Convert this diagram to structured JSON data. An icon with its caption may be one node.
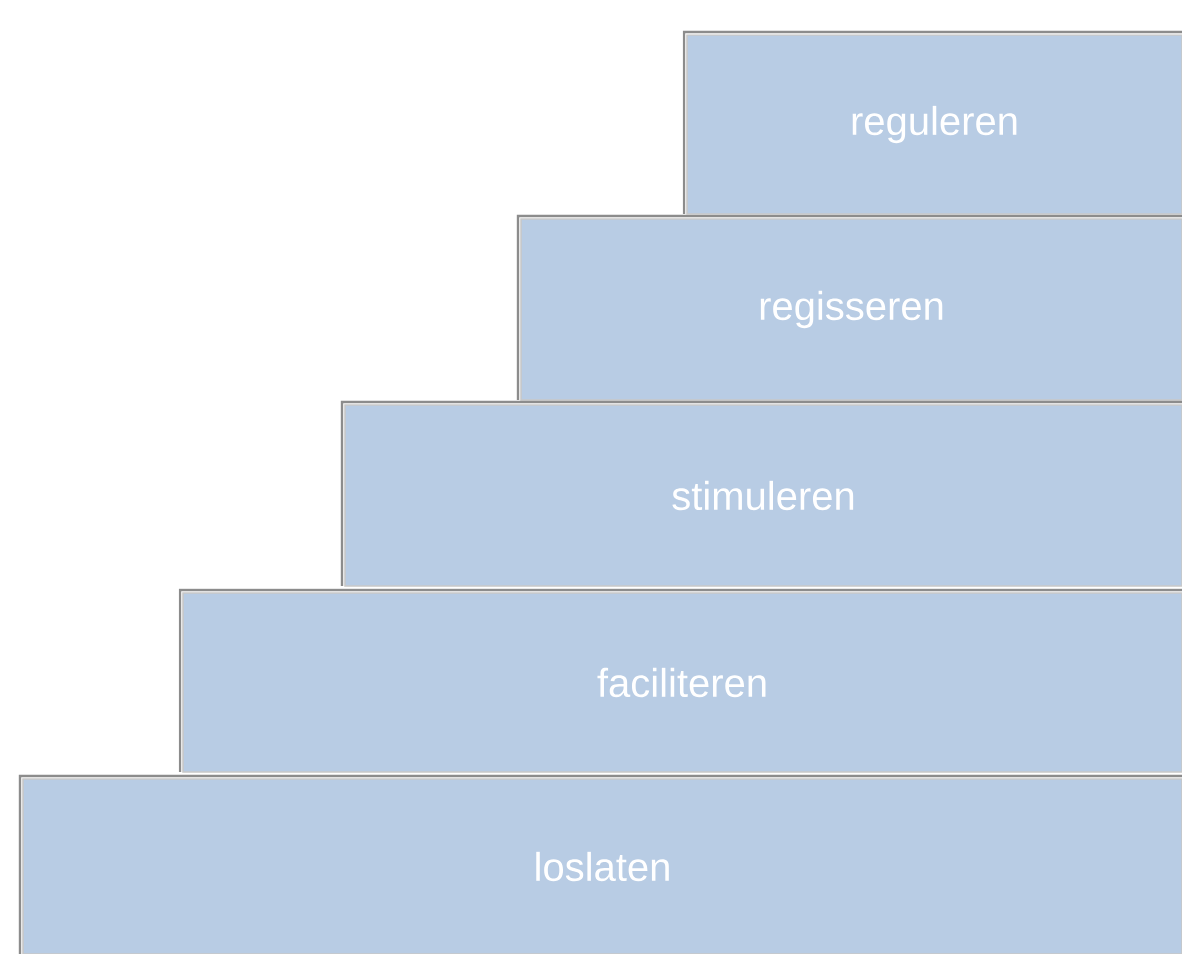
{
  "diagram": {
    "nodes": [
      {
        "text": [
          "reguleren"
        ]
      },
      {
        "text": [
          "regisseren"
        ]
      },
      {
        "text": [
          "stimuleren"
        ]
      },
      {
        "text": [
          "faciliteren"
        ]
      },
      {
        "text": [
          "loslaten"
        ]
      }
    ]
  }
}
